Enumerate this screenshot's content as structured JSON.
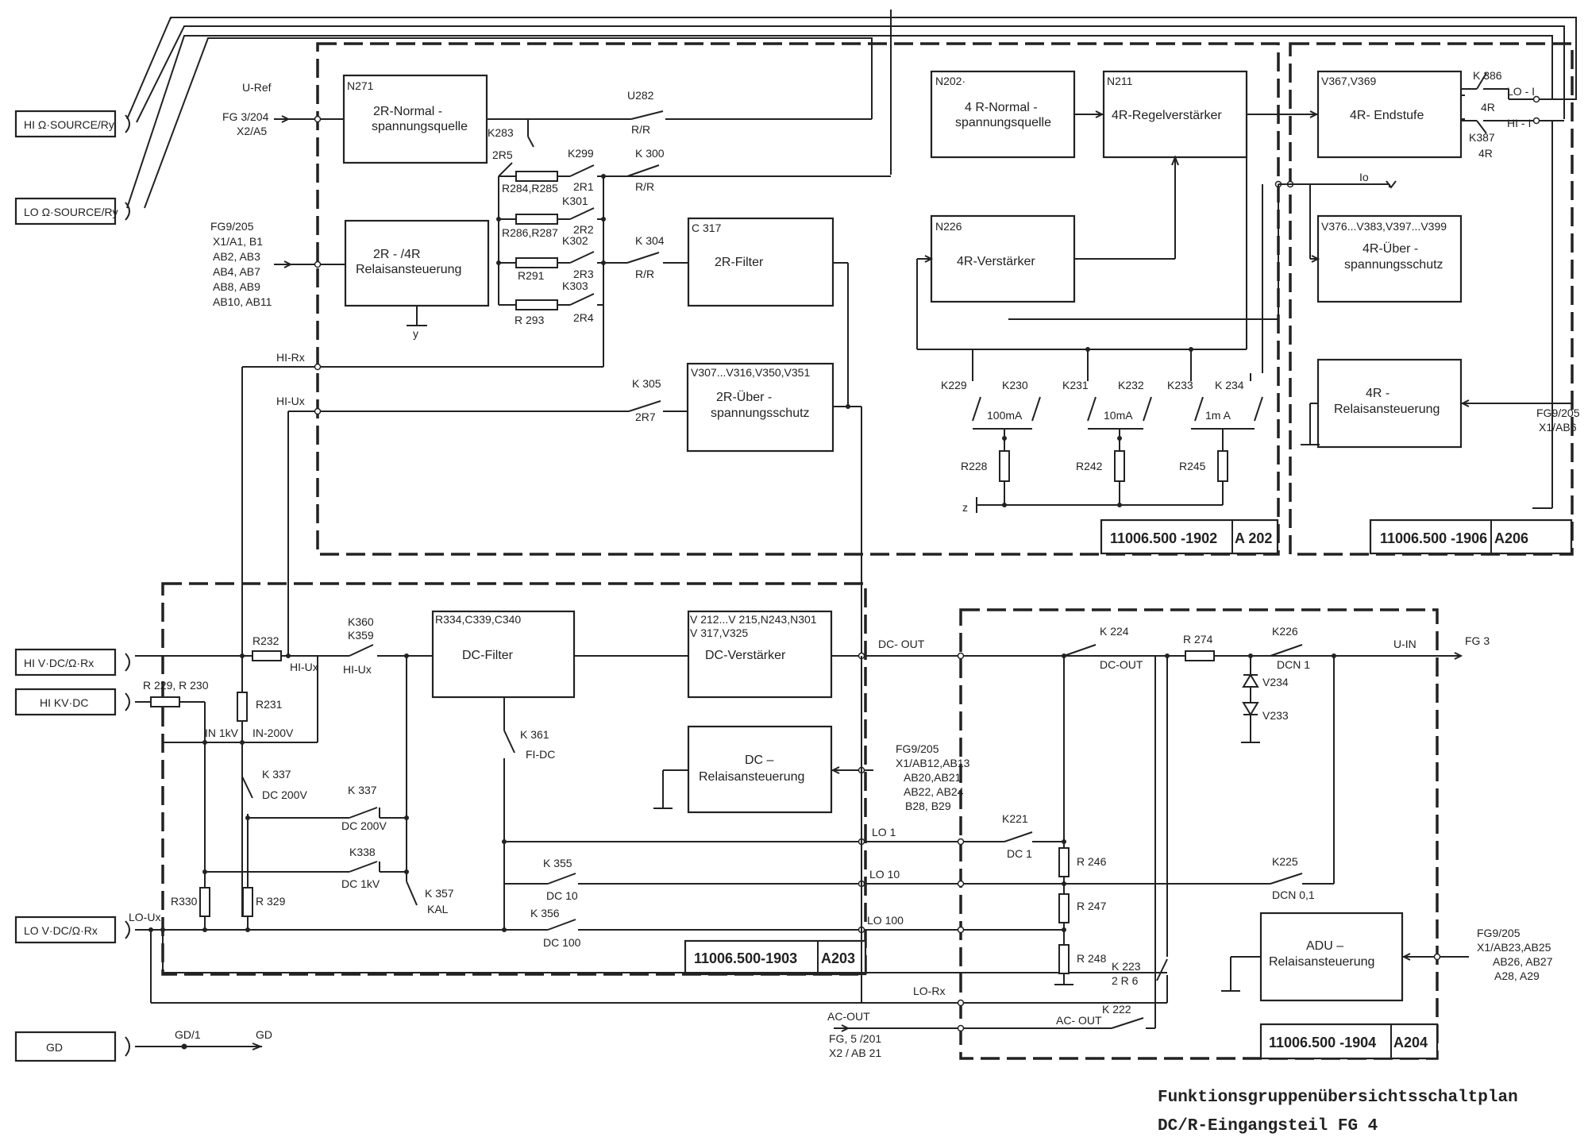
{
  "terminals": {
    "hi_source": "HI Ω·SOURCE/Ry",
    "lo_source": "LO Ω·SOURCE/Ry",
    "hi_vdc": "HI V·DC/Ω·Rx",
    "hi_kvdc": "HI KV·DC",
    "lo_vdc": "LO V·DC/Ω·Rx",
    "gd": "GD"
  },
  "blocks": {
    "n271": {
      "ref": "N271",
      "line1": "2R-Normal -",
      "line2": "spannungsquelle"
    },
    "relais2r": {
      "line1": "2R - /4R",
      "line2": "Relaisansteuerung"
    },
    "c317": {
      "ref": "C 317",
      "line1": "2R-Filter"
    },
    "v307": {
      "ref": "V307...V316,V350,V351",
      "line1": "2R-Über -",
      "line2": "spannungsschutz"
    },
    "n202": {
      "ref": "N202·",
      "line1": "4 R-Normal -",
      "line2": "spannungsquelle"
    },
    "n211": {
      "ref": "N211",
      "line1": "4R-Regelverstärker"
    },
    "n226": {
      "ref": "N226",
      "line1": "4R-Verstärker"
    },
    "v367": {
      "ref": "V367,V369",
      "line1": "4R- Endstufe"
    },
    "v376": {
      "ref": "V376...V383,V397...V399",
      "line1": "4R-Über -",
      "line2": "spannungsschutz"
    },
    "relais4r": {
      "line1": "4R -",
      "line2": "Relaisansteuerung"
    },
    "dcfilter": {
      "ref": "R334,C339,C340",
      "line1": "DC-Filter"
    },
    "dcverst": {
      "ref": "V 212...V 215,N243,N301",
      "ref2": "V 317,V325",
      "line1": "DC-Verstärker"
    },
    "dcrelais": {
      "line1": "DC –",
      "line2": "Relaisansteuerung"
    },
    "adu": {
      "line1": "ADU –",
      "line2": "Relaisansteuerung"
    }
  },
  "groups": [
    {
      "id": "A 202",
      "number": "11006.500 -1902"
    },
    {
      "id": "A206",
      "number": "11006.500 -1906"
    },
    {
      "id": "A203",
      "number": "11006.500-1903"
    },
    {
      "id": "A204",
      "number": "11006.500 -1904"
    }
  ],
  "labels": {
    "u_ref": "U-Ref",
    "fg3204": "FG 3/204",
    "x2a5": "X2/A5",
    "fg9_1": "FG9/205",
    "fg9_1b": "X1/A1, B1",
    "fg9_1c": "AB2, AB3",
    "fg9_1d": "AB4, AB7",
    "fg9_1e": "AB8, AB9",
    "fg9_1f": "AB10, AB11",
    "hi_rx": "HI-Rx",
    "hi_ux": "HI-Ux",
    "hi_ux2": "HI-Ux",
    "in1kv": "IN 1kV",
    "in200": "IN-200V",
    "lo_ux": "LO-Ux",
    "dc_out": "DC- OUT",
    "lo1": "LO 1",
    "lo10": "LO 10",
    "lo100": "LO 100",
    "lo_rx": "LO-Rx",
    "ac_out": "AC-OUT",
    "fg5": "FG, 5 /201",
    "x2ab21": "X2 / AB 21",
    "gd1": "GD/1",
    "gd2": "GD",
    "u_in": "U-IN",
    "fg3": "FG 3",
    "fg9_dc": "FG9/205",
    "fg9_dcb": "X1/AB12,AB13",
    "fg9_dcc": "AB20,AB21",
    "fg9_dcd": "AB22, AB24",
    "fg9_dce": "B28, B29",
    "fg9_4r": "FG9/205",
    "fg9_4rb": "X1/AB6",
    "fg9_adu": "FG9/205",
    "fg9_adub": "X1/AB23,AB25",
    "fg9_aduc": "AB26, AB27",
    "fg9_adud": "A28, A29",
    "io": "Io",
    "y": "y",
    "z": "z"
  },
  "components": {
    "u282": "U282",
    "rr1": "R/R",
    "k283": "K283",
    "k2r5": "2R5",
    "k299": "K299",
    "k2r1": "2R1",
    "k300": "K 300",
    "rr2": "R/R",
    "k301": "K301",
    "k2r2": "2R2",
    "k302": "K302",
    "k2r3": "2R3",
    "k303": "K303",
    "k2r4": "2R4",
    "k304": "K 304",
    "rr3": "R/R",
    "k305": "K 305",
    "k2r7": "2R7",
    "r284": "R284,R285",
    "r286": "R286,R287",
    "r291": "R291",
    "r293": "R 293",
    "k229": "K229",
    "k230": "K230",
    "k231": "K231",
    "k232": "K232",
    "k233": "K233",
    "k234": "K 234",
    "ma100": "100mA",
    "ma10": "10mA",
    "ma1": "1m A",
    "r228": "R228",
    "r242": "R242",
    "r245": "R245",
    "k386": "K 386",
    "k4r1": "4R",
    "lo_i": "LO - I",
    "hi_i": "HI - I",
    "k387": "K387",
    "k4r2": "4R",
    "r232": "R232",
    "r229": "R 229, R 230",
    "r231": "R231",
    "k360": "K360",
    "k359": "K359",
    "hiux_sw": "HI-Ux",
    "k361": "K 361",
    "fidc": "FI-DC",
    "k337a": "K 337",
    "dc200a": "DC 200V",
    "k337b": "K 337",
    "dc200b": "DC 200V",
    "k338": "K338",
    "dc1kv": "DC 1kV",
    "k357": "K 357",
    "kal": "KAL",
    "r330": "R330",
    "r329": "R 329",
    "k355": "K 355",
    "dc10": "DC 10",
    "k356": "K 356",
    "dc100": "DC 100",
    "k224": "K 224",
    "dcout_sw": "DC-OUT",
    "r274": "R 274",
    "k226": "K226",
    "dcn1": "DCN 1",
    "v234": "V234",
    "v233": "V233",
    "k221": "K221",
    "dc1": "DC 1",
    "r246": "R 246",
    "r247": "R 247",
    "r248": "R 248",
    "k225": "K225",
    "dcn01": "DCN 0,1",
    "k223": "K 223",
    "k2r6": "2 R 6",
    "k222": "K 222",
    "acout_sw": "AC- OUT"
  },
  "footer": {
    "line1": "Funktionsgruppenübersichtsschaltplan",
    "line2": "DC/R-Eingangsteil FG 4"
  }
}
